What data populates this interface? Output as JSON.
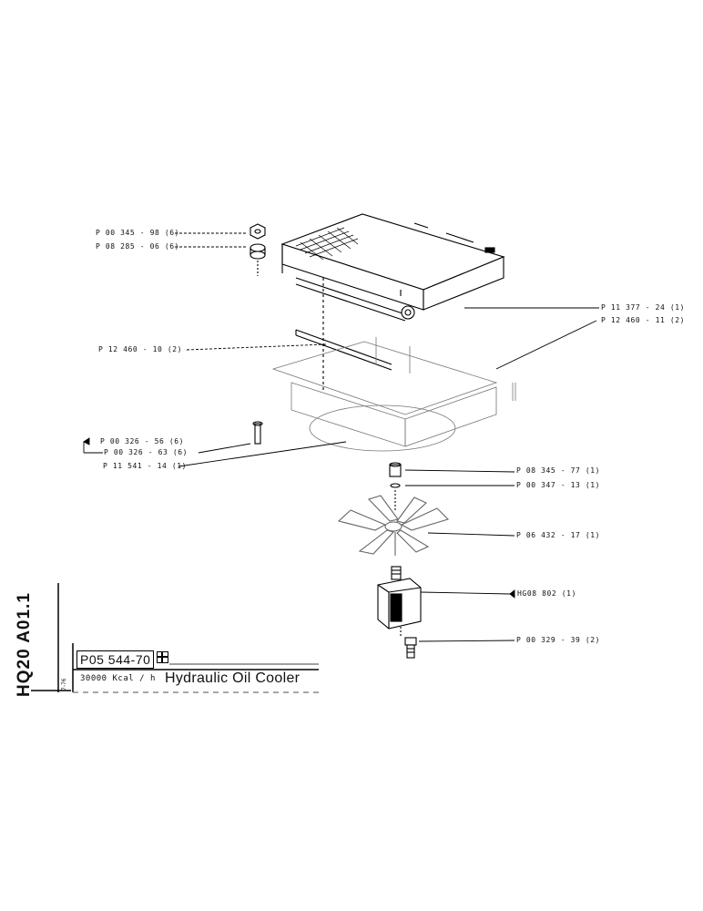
{
  "drawing": {
    "side_code": "HQ20 A01.1",
    "date": "7-76",
    "part_number": "P05 544-70",
    "capacity": "30000 Kcal / h",
    "title": "Hydraulic Oil Cooler"
  },
  "callouts": [
    "P 00 345 - 98 (6)",
    "P 08 285 - 06 (6)",
    "P 12 460 - 10 (2)",
    "P 00 326 - 56 (6)",
    "P 00 326 - 63 (6)",
    "P 11 541 - 14 (1)",
    "P 11 377 - 24 (1)",
    "P 12 460 - 11 (2)",
    "P 08 345 - 77 (1)",
    "P 00 347 - 13 (1)",
    "P 06 432 - 17 (1)",
    "HG08 802 (1)",
    "P 00 329 - 39 (2)"
  ]
}
